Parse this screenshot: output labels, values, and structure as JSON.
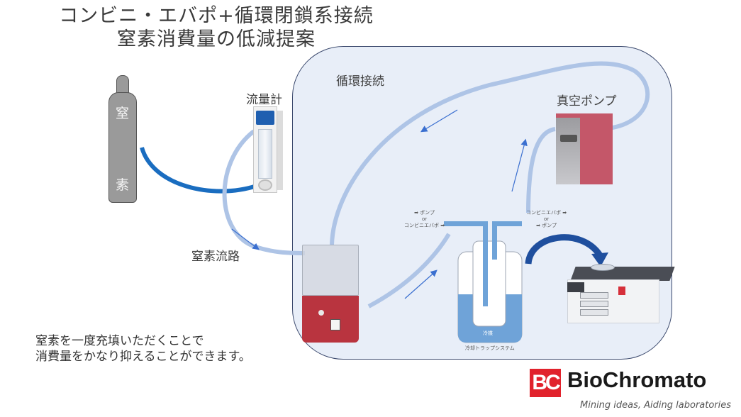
{
  "title": {
    "line1": "コンビニ・エバポ+循環閉鎖系接続",
    "line2": "窒素消費量の低減提案"
  },
  "labels": {
    "flow_meter": "流量計",
    "circulation": "循環接続",
    "vacuum_pump": "真空ポンプ",
    "nitrogen_path": "窒素流路"
  },
  "cylinder": {
    "char1": "窒",
    "char2": "素"
  },
  "trap": {
    "left_note": {
      "line1": "➡ ポンプ",
      "line2": "or",
      "line3": "コンビニエバポ ➡"
    },
    "right_note": {
      "line1": "コンビニエバポ ➡",
      "line2": "or",
      "line3": "➡ ポンプ"
    },
    "coolant": "冷媒",
    "system_label": "冷却トラップシステム"
  },
  "note": {
    "line1": "窒素を一度充填いただくことで",
    "line2": "消費量をかなり抑えることができます。"
  },
  "logo": {
    "mark": "BC",
    "name": "BioChromato",
    "tagline": "Mining ideas, Aiding laboratories"
  },
  "colors": {
    "panel_bg": "#e8eef8",
    "pipe_light": "#aec4e6",
    "pipe_dark": "#1a6dc0",
    "arrow": "#3a6fd0",
    "brand_red": "#e1222c"
  }
}
